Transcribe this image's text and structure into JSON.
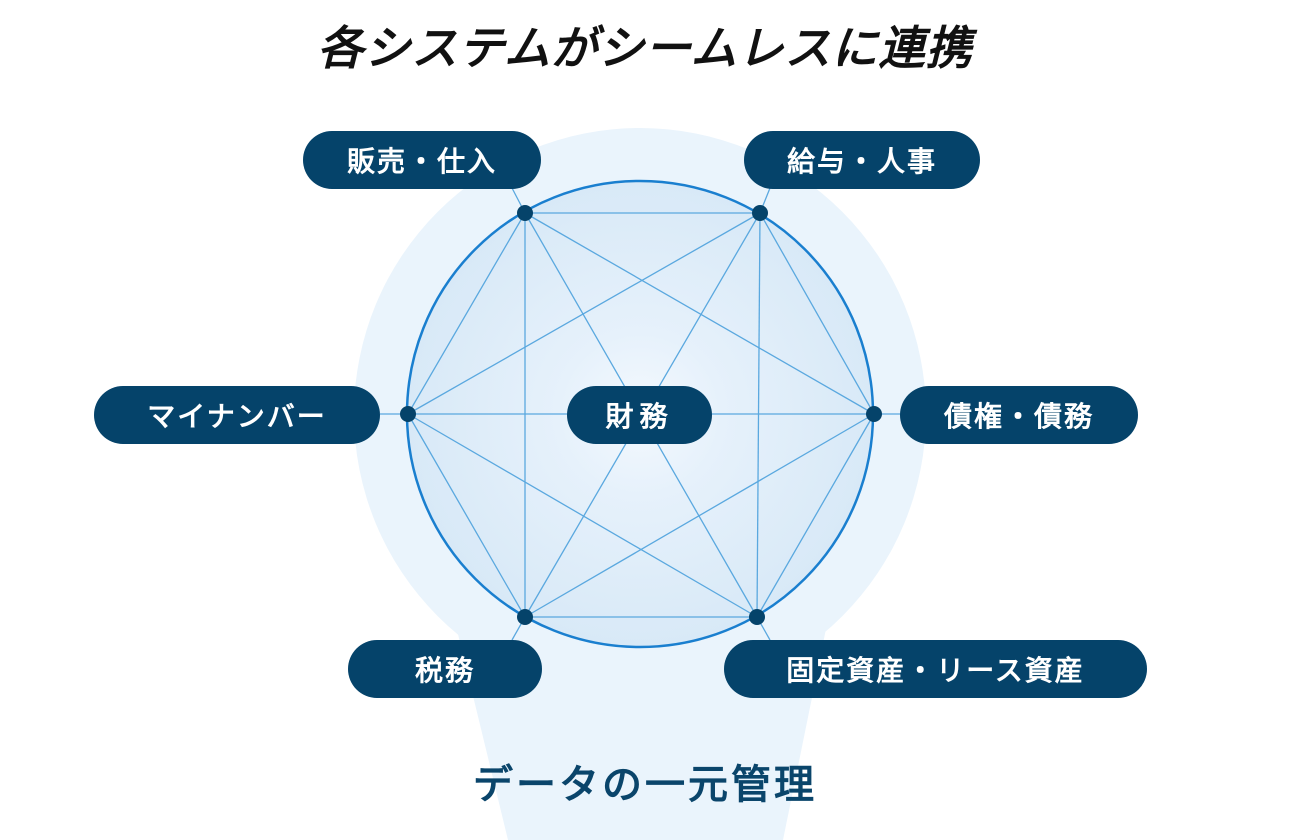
{
  "title": "各システムがシームレスに連携",
  "center": {
    "label": "財務"
  },
  "nodes": [
    {
      "id": "sales",
      "label": "販売・仕入"
    },
    {
      "id": "payroll",
      "label": "給与・人事"
    },
    {
      "id": "receivables",
      "label": "債権・債務"
    },
    {
      "id": "assets",
      "label": "固定資産・リース資産"
    },
    {
      "id": "tax",
      "label": "税務"
    },
    {
      "id": "mynumber",
      "label": "マイナンバー"
    }
  ],
  "footer": "データの一元管理",
  "colors": {
    "pill": "#05436a",
    "circle_stroke": "#1a7fcf",
    "lines": "#5aa8df",
    "inner_fill": "#dcebf8",
    "outer_fill": "#eaf4fc",
    "node_dot": "#05436a",
    "footer_text": "#0a456b"
  }
}
